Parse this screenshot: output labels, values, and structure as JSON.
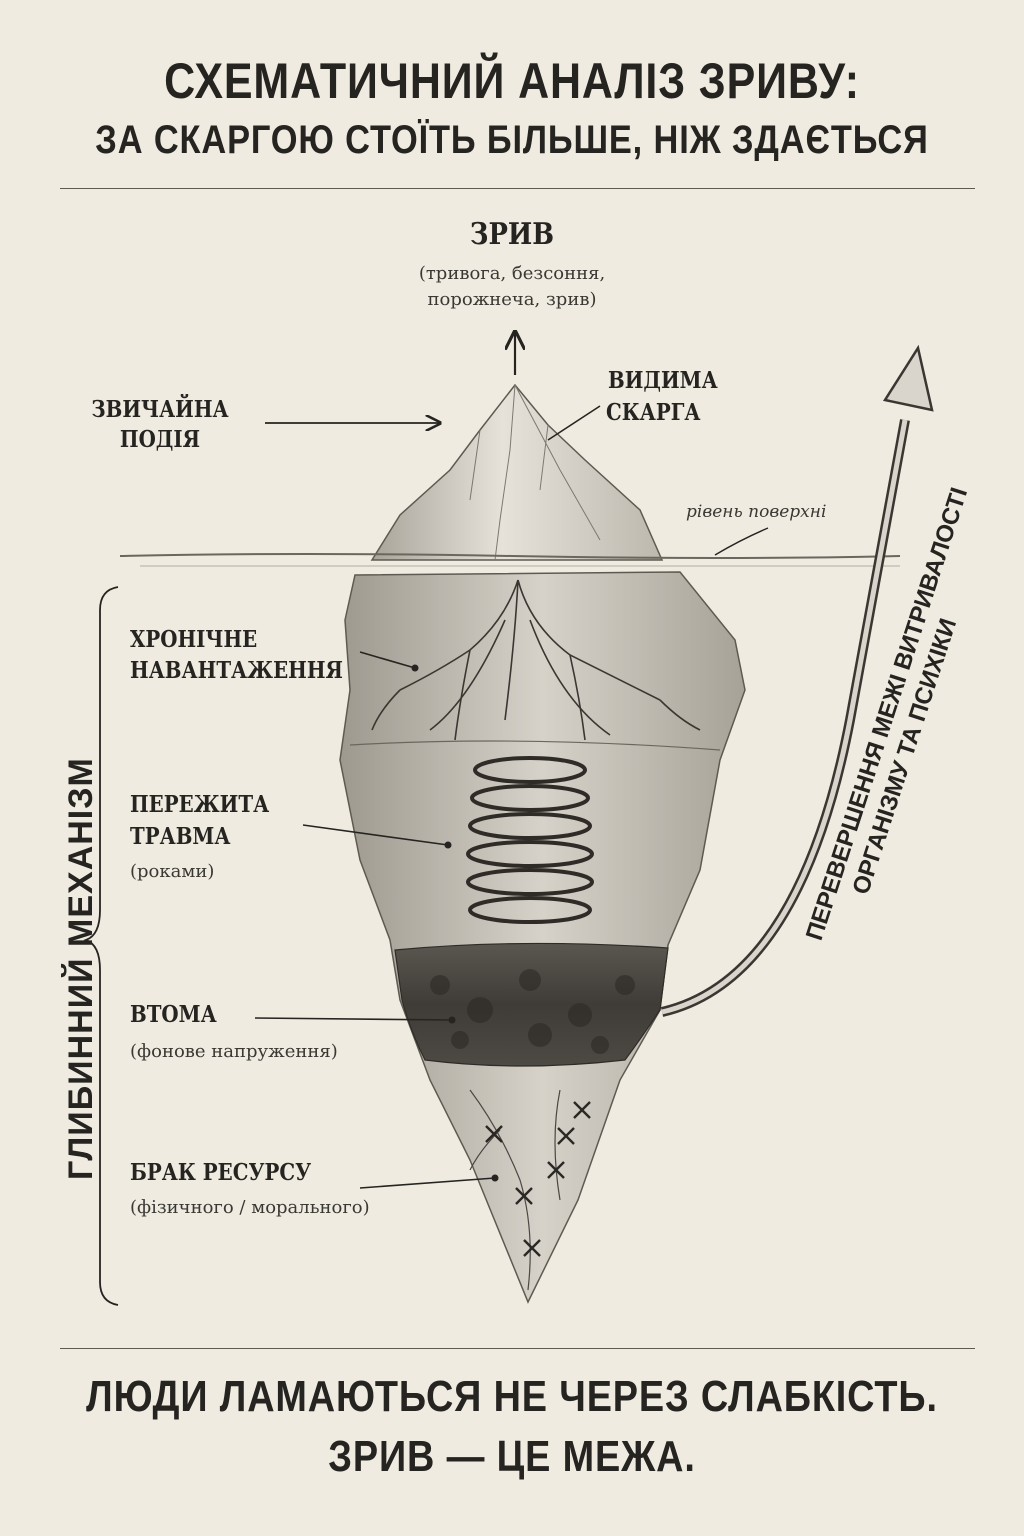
{
  "title": {
    "line1": "СХЕМАТИЧНИЙ АНАЛІЗ ЗРИВУ:",
    "line2": "ЗА СКАРГОЮ СТОЇТЬ БІЛЬШЕ, НІЖ ЗДАЄТЬСЯ"
  },
  "top": {
    "label": "ЗРИВ",
    "sub1": "(тривога, безсоння,",
    "sub2": "порожнеча, зрив)"
  },
  "labels": {
    "ordinary_event_1": "ЗВИЧАЙНА",
    "ordinary_event_2": "ПОДІЯ",
    "visible_complaint_1": "ВИДИМА",
    "visible_complaint_2": "СКАРГА",
    "surface_level": "рівень поверхні",
    "chronic_1": "ХРОНІЧНЕ",
    "chronic_2": "НАВАНТАЖЕННЯ",
    "trauma_1": "ПЕРЕЖИТА",
    "trauma_2": "ТРАВМА",
    "trauma_sub": "(роками)",
    "fatigue": "ВТОМА",
    "fatigue_sub": "(фонове напруження)",
    "lack": "БРАК РЕСУРСУ",
    "lack_sub": "(фізичного / морального)",
    "deep_mechanism": "ГЛИБИННИЙ  МЕХАНІЗМ",
    "arrow_text_1": "ПЕРЕВЕРШЕННЯ МЕЖІ ВИТРИВАЛОСТІ",
    "arrow_text_2": "ОРГАНІЗМУ ТА ПСИХІКИ"
  },
  "bottom": {
    "line1": "ЛЮДИ ЛАМАЮТЬСЯ НЕ ЧЕРЕЗ СЛАБКІСТЬ.",
    "line2": "ЗРИВ — ЦЕ МЕЖА."
  },
  "colors": {
    "background": "#efebe1",
    "ink": "#262421",
    "rock_light": "#dcd8cf",
    "rock_mid": "#b9b4aa",
    "rock_dark": "#4a4742"
  }
}
